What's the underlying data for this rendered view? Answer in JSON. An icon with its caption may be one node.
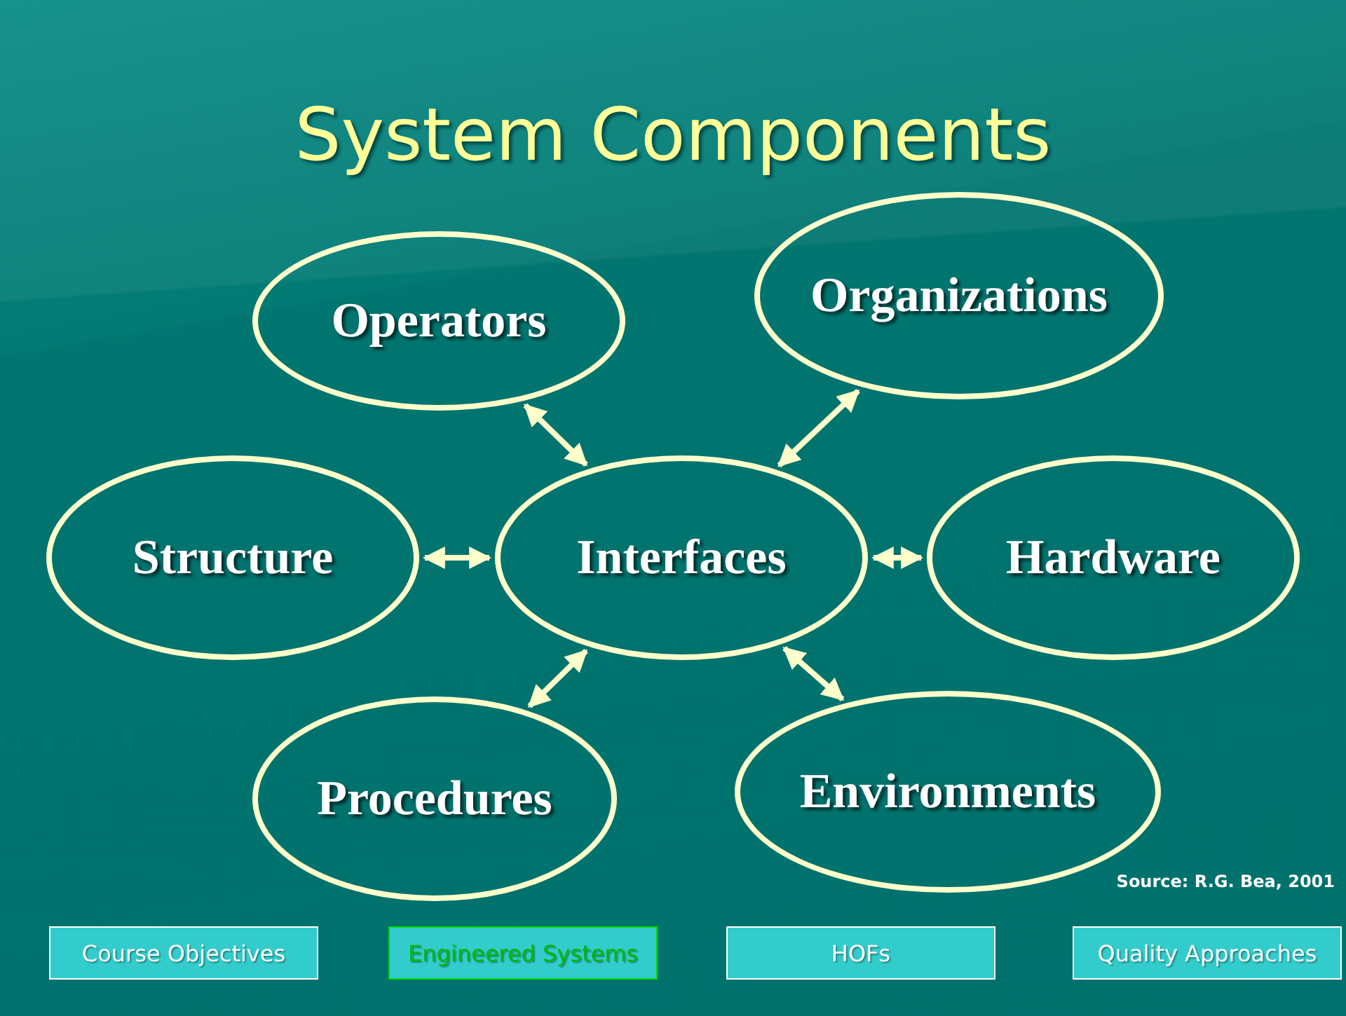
{
  "diagram": {
    "title": "System Components",
    "nodes": [
      {
        "text": [
          "Operators"
        ]
      },
      {
        "text": [
          "Organizations"
        ]
      },
      {
        "text": [
          "Structure"
        ]
      },
      {
        "text": [
          "Interfaces"
        ]
      },
      {
        "text": [
          "Hardware"
        ]
      },
      {
        "text": [
          "Procedures"
        ]
      },
      {
        "text": [
          "Environments"
        ]
      }
    ],
    "edges": [
      {
        "from": 3,
        "to": 0,
        "arrow": "both"
      },
      {
        "from": 3,
        "to": 1,
        "arrow": "both"
      },
      {
        "from": 3,
        "to": 2,
        "arrow": "both"
      },
      {
        "from": 3,
        "to": 4,
        "arrow": "both"
      },
      {
        "from": 3,
        "to": 5,
        "arrow": "both"
      },
      {
        "from": 3,
        "to": 6,
        "arrow": "both"
      }
    ],
    "labels": [
      "Source: R.G. Bea, 2001",
      "Course Objectives",
      "Engineered Systems",
      "HOFs",
      "Quality Approaches"
    ]
  }
}
